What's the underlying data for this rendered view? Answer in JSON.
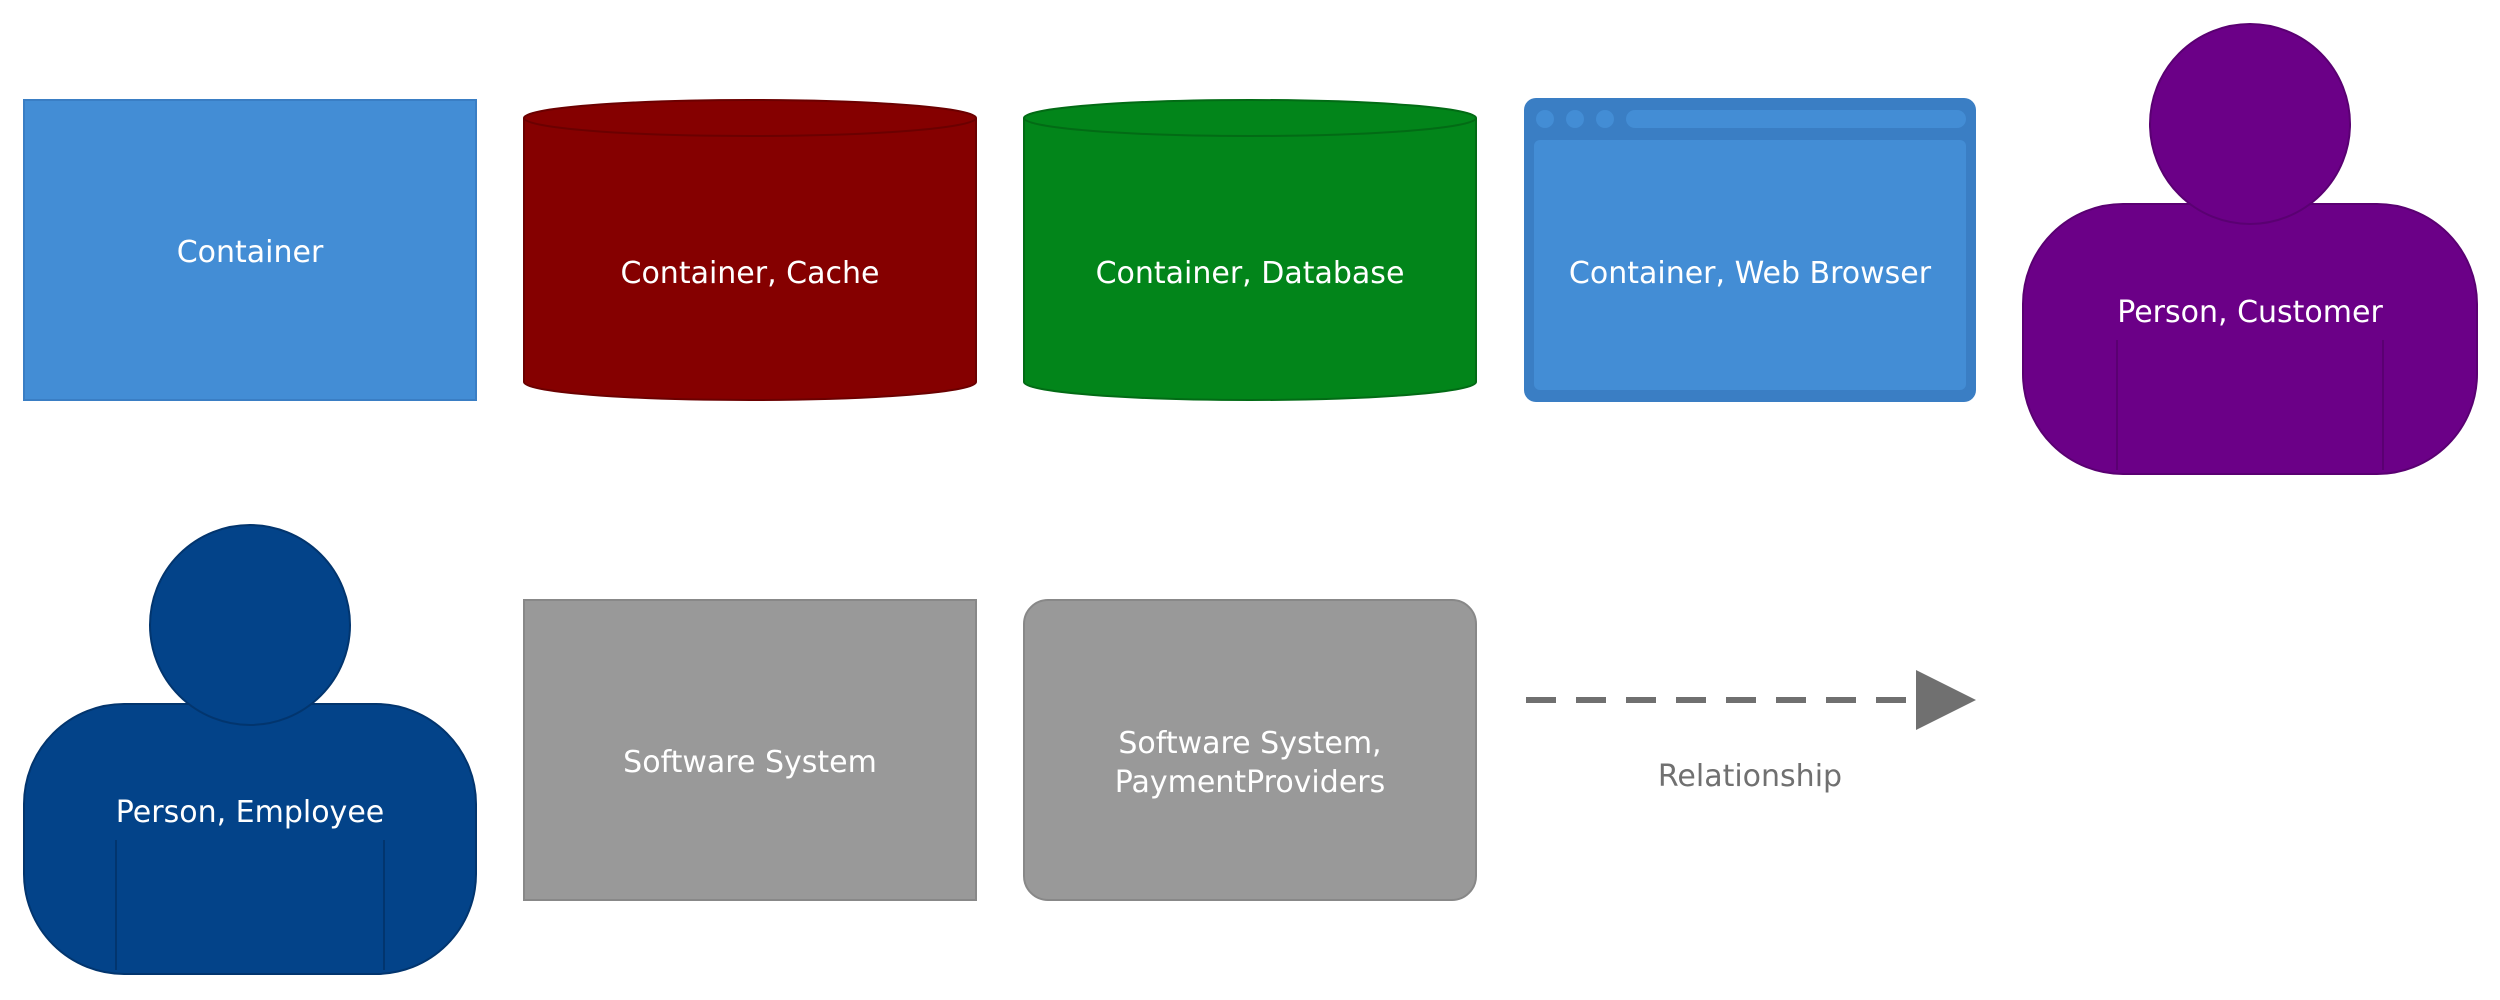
{
  "legend": {
    "container": {
      "label": "Container",
      "color": "#438dd5"
    },
    "cache": {
      "label": "Container, Cache",
      "color": "#850000"
    },
    "database": {
      "label": "Container, Database",
      "color": "#02851a"
    },
    "web_browser": {
      "label": "Container, Web Browser",
      "color": "#438dd5",
      "frame_color": "#3a7ec4"
    },
    "customer": {
      "label": "Person, Customer",
      "color": "#6b0087"
    },
    "employee": {
      "label": "Person, Employee",
      "color": "#034389"
    },
    "software_system": {
      "label": "Software System",
      "color": "#999999"
    },
    "payment_providers": {
      "label_line1": "Software System,",
      "label_line2": "PaymentProviders",
      "color": "#999999"
    },
    "relationship": {
      "label": "Relationship",
      "color": "#707070"
    }
  }
}
